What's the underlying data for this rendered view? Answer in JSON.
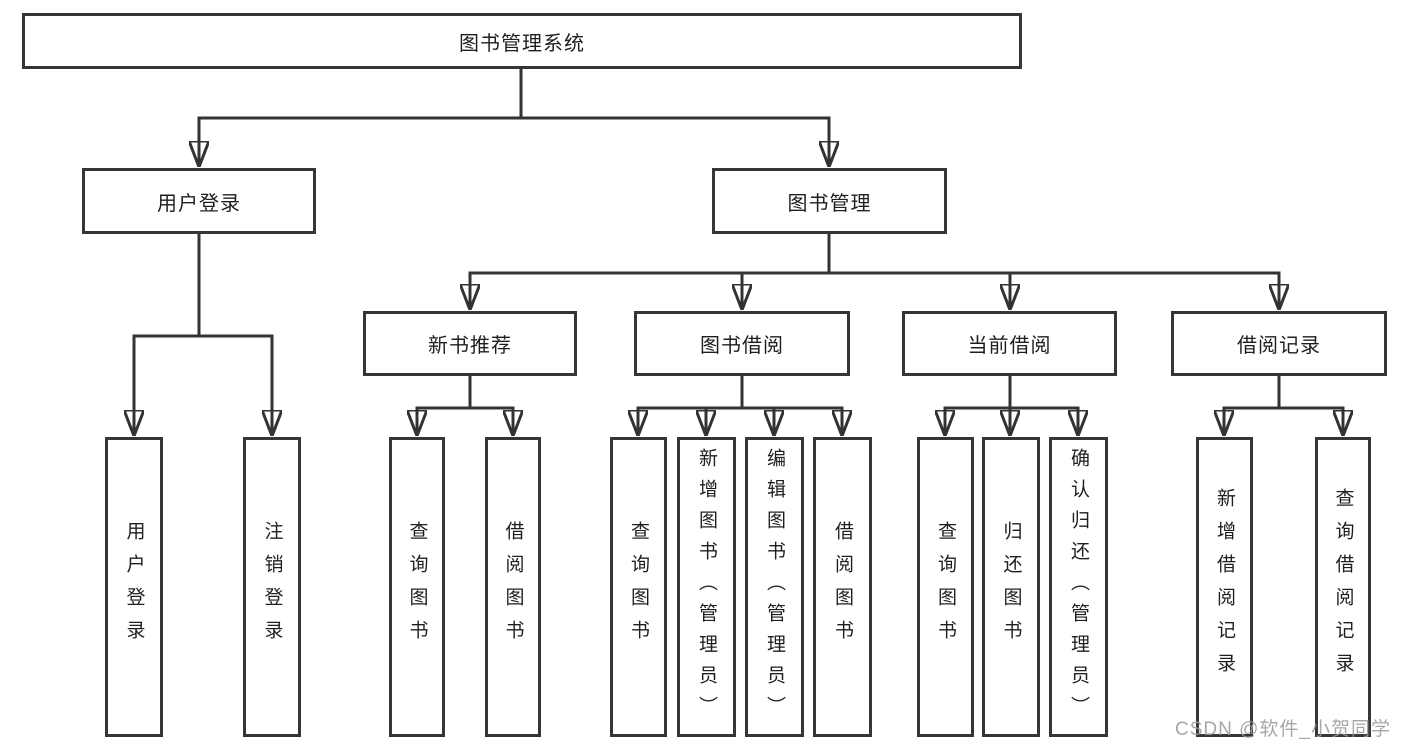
{
  "diagram": {
    "root": {
      "label": "图书管理系统"
    },
    "branches": [
      {
        "label": "用户登录",
        "children": [
          {
            "label": "用户登录"
          },
          {
            "label": "注销登录"
          }
        ]
      },
      {
        "label": "图书管理",
        "children": [
          {
            "label": "新书推荐",
            "children": [
              {
                "label": "查询图书"
              },
              {
                "label": "借阅图书"
              }
            ]
          },
          {
            "label": "图书借阅",
            "children": [
              {
                "label": "查询图书"
              },
              {
                "label": "新增图书（管理员）"
              },
              {
                "label": "编辑图书（管理员）"
              },
              {
                "label": "借阅图书"
              }
            ]
          },
          {
            "label": "当前借阅",
            "children": [
              {
                "label": "查询图书"
              },
              {
                "label": "归还图书"
              },
              {
                "label": "确认归还（管理员）"
              }
            ]
          },
          {
            "label": "借阅记录",
            "children": [
              {
                "label": "新增借阅记录"
              },
              {
                "label": "查询借阅记录"
              }
            ]
          }
        ]
      }
    ]
  },
  "watermark": {
    "text": "CSDN @软件_小贺同学"
  },
  "colors": {
    "line": "#333333",
    "box_border": "#363636",
    "box_fill": "#ffffff",
    "text": "#1f1f1f",
    "watermark": "#9b9b9b"
  }
}
